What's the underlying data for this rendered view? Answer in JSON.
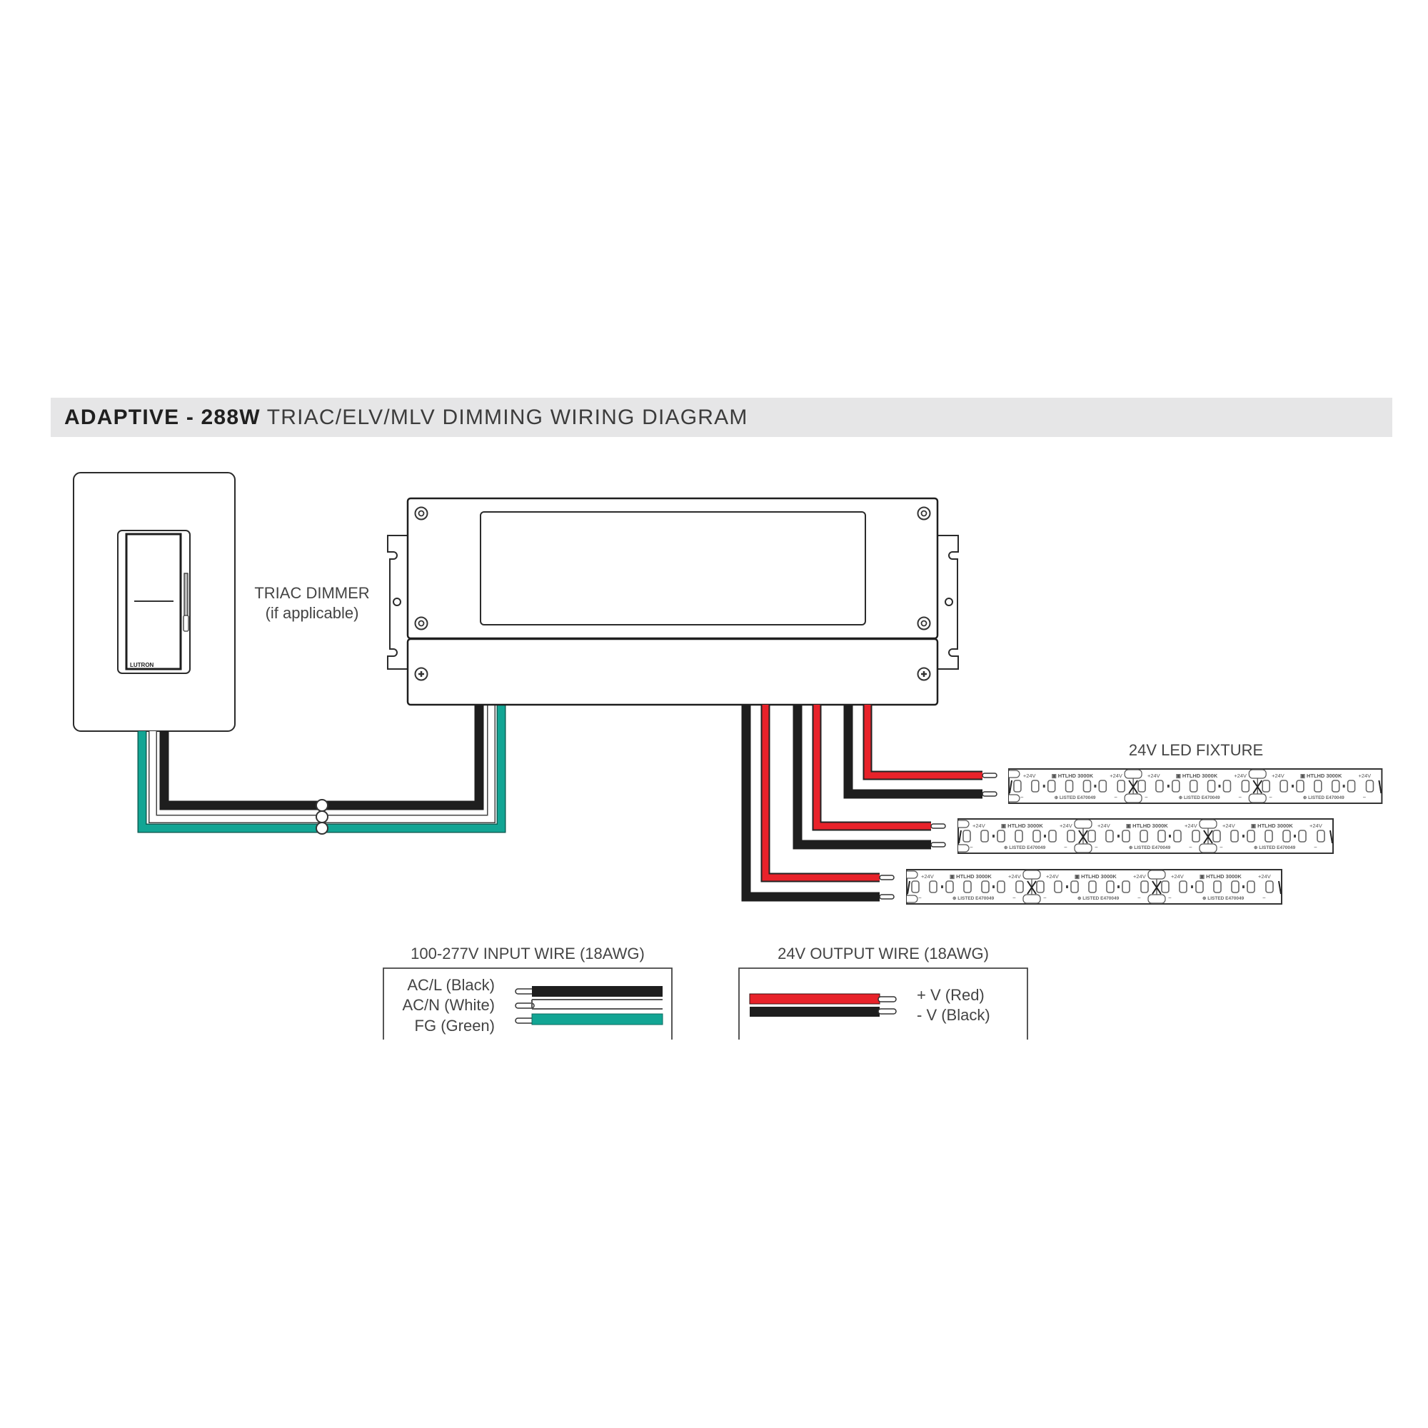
{
  "header": {
    "model": "ADAPTIVE - 288W",
    "title": "TRIAC/ELV/MLV DIMMING WIRING DIAGRAM"
  },
  "dimmer": {
    "label_line1": "TRIAC DIMMER",
    "label_line2": "(if applicable)",
    "brand": "LUTRON"
  },
  "fixture": {
    "label": "24V LED FIXTURE",
    "strip_count": 3,
    "segment_texts": {
      "voltage": "+24V",
      "model": "HTLHD 3000K",
      "listing": "LISTED E470049",
      "minus": "−"
    }
  },
  "legend_input": {
    "title": "100-277V INPUT WIRE (18AWG)",
    "wires": [
      {
        "label": "AC/L (Black)",
        "color": "#1e1e1e"
      },
      {
        "label": "AC/N (White)",
        "color": "#ffffff"
      },
      {
        "label": "FG (Green)",
        "color": "#12a594"
      }
    ]
  },
  "legend_output": {
    "title": "24V OUTPUT WIRE (18AWG)",
    "wires": [
      {
        "label": "+ V (Red)",
        "color": "#e8222a"
      },
      {
        "label": "- V (Black)",
        "color": "#1e1e1e"
      }
    ]
  },
  "colors": {
    "banner_bg": "#e6e6e7",
    "wire_black": "#1e1e1e",
    "wire_red": "#e8222a",
    "wire_green": "#12a594",
    "outline": "#2b2b2b"
  }
}
